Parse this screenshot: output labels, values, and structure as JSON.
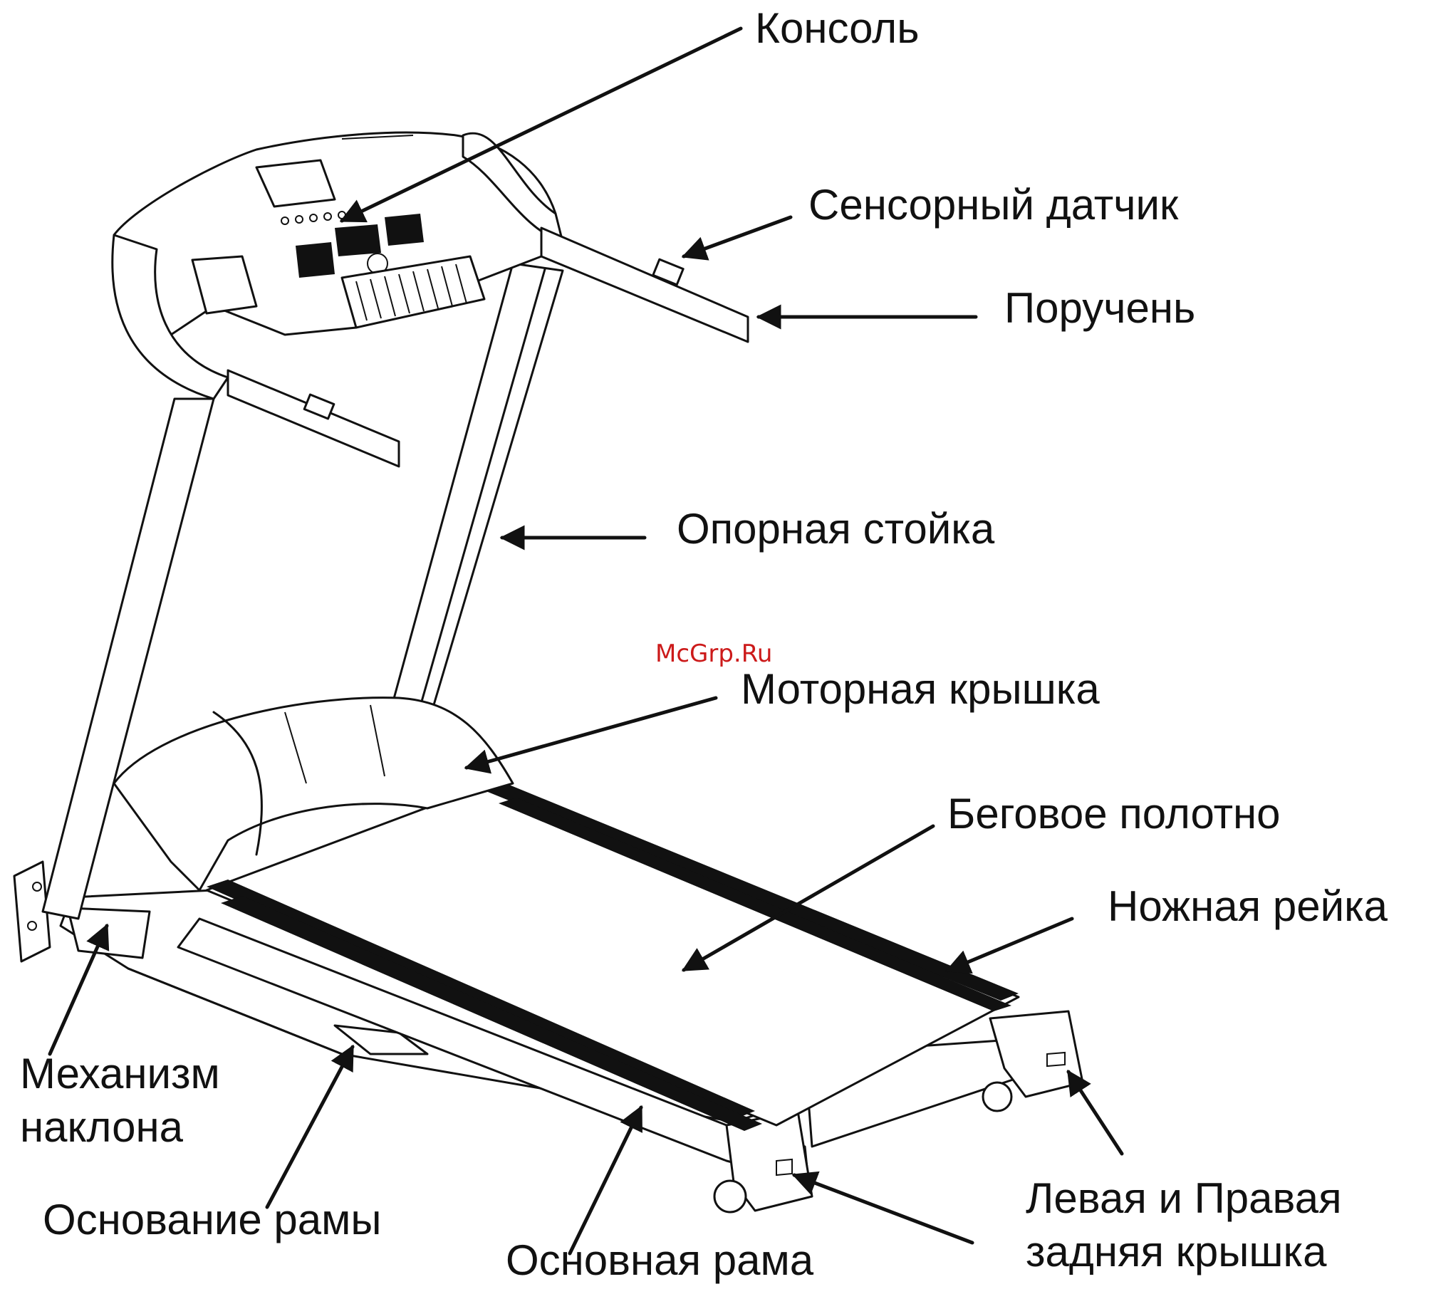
{
  "watermark": "McGrp.Ru",
  "labels": {
    "console": "Консоль",
    "sensor": "Сенсорный датчик",
    "handrail": "Поручень",
    "upright": "Опорная стойка",
    "motor_cover": "Моторная крышка",
    "running_belt": "Беговое полотно",
    "foot_rail": "Ножная рейка",
    "incline": "Механизм\nнаклона",
    "frame_base": "Основание рамы",
    "main_frame": "Основная рама",
    "rear_cover": "Левая и Правая\nзадняя крышка"
  },
  "colors": {
    "ink": "#111111",
    "watermark": "#cc1a1a",
    "background": "#ffffff"
  }
}
